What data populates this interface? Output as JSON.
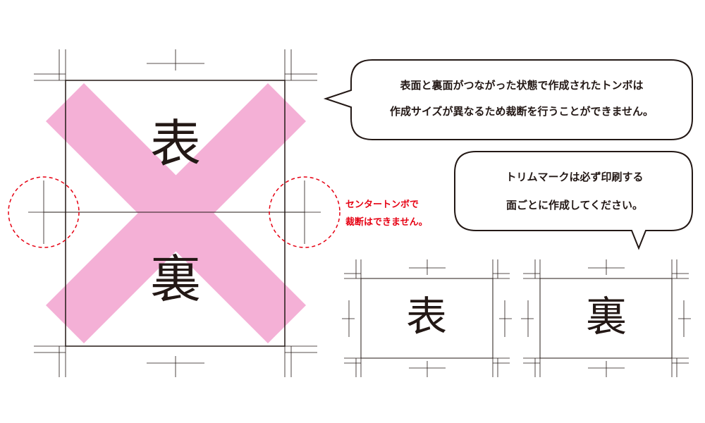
{
  "bubble_top": {
    "line1": "表面と裏面がつながった状態で作成されたトンボは",
    "line2": "作成サイズが異なるため裁断を行うことができません。"
  },
  "bubble_bottom": {
    "line1": "トリムマークは必ず印刷する",
    "line2": "面ごとに作成してください。"
  },
  "center_warning": {
    "line1": "センタートンボで",
    "line2": "裁断はできません。"
  },
  "wrong_example": {
    "front_label": "表",
    "back_label": "裏"
  },
  "correct_example": {
    "front_label": "表",
    "back_label": "裏"
  },
  "colors": {
    "cross": "#f4b0d6",
    "warning": "#e60012",
    "ink": "#231815",
    "trim_line": "#231815"
  }
}
